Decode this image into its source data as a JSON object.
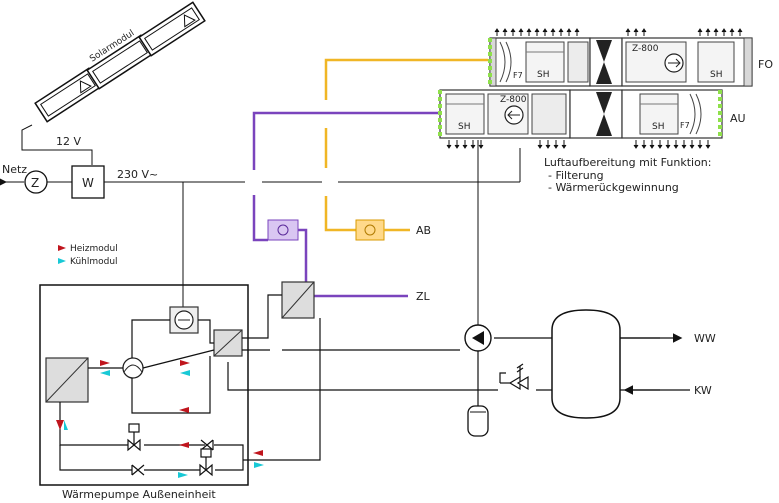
{
  "labels": {
    "solar": "Solarmodul",
    "dc_voltage": "12 V",
    "ac_voltage": "230 V~",
    "grid": "Netz",
    "meter": "Z",
    "inverter": "W",
    "fo": "FO",
    "au": "AU",
    "ab": "AB",
    "zl": "ZL",
    "ww": "WW",
    "kw": "KW",
    "outdoor_unit": "Wärmepumpe Außeneinheit",
    "fan_top": "Z-800",
    "fan_bottom": "Z-800",
    "sh": "SH",
    "f7": "F7",
    "air_treatment": [
      "Luftaufbereitung mit Funktion:",
      "- Filterung",
      "- Wärmerückgewinnung"
    ]
  },
  "legend": [
    {
      "label": "Heizmodul",
      "color": "#c0151d"
    },
    {
      "label": "Kühlmodul",
      "color": "#18c9d6"
    }
  ],
  "colors": {
    "supply_duct": "#7a44bd",
    "exhaust_duct": "#f0b625",
    "filter": "#8fe04a",
    "line": "#333333"
  }
}
